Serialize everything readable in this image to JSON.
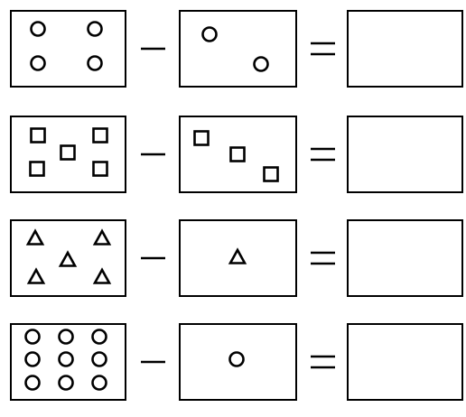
{
  "colors": {
    "stroke": "#000000",
    "background": "#ffffff"
  },
  "operators": {
    "minus": "—",
    "equals": "="
  },
  "rows": [
    {
      "shape": "circle",
      "minuend_count": 4,
      "subtrahend_count": 2,
      "answer": ""
    },
    {
      "shape": "square",
      "minuend_count": 5,
      "subtrahend_count": 3,
      "answer": ""
    },
    {
      "shape": "triangle",
      "minuend_count": 5,
      "subtrahend_count": 1,
      "answer": ""
    },
    {
      "shape": "circle",
      "minuend_count": 9,
      "subtrahend_count": 1,
      "answer": ""
    }
  ]
}
